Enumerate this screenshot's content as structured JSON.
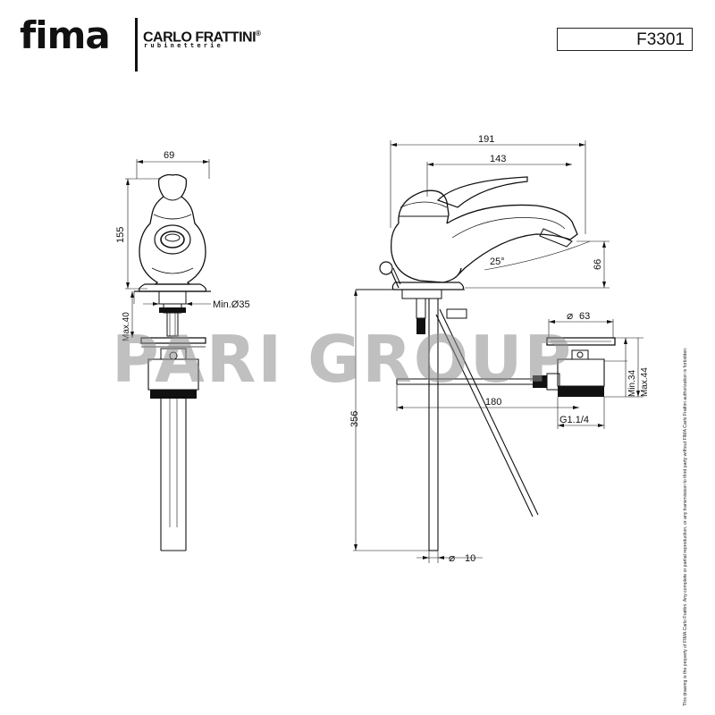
{
  "brand": {
    "logo": "fima",
    "name": "CARLO FRATTINI",
    "registered": "®",
    "subtitle": "rubinetterie"
  },
  "product_code": "F3301",
  "watermark": "PARI GROUP",
  "legal_note": "This drawing is the property of FIMA Carlo Frattini. Any complete or partial reproduction, or any transmission to third party without FIMA Carlo Frattini authorization is forbidden.",
  "dimensions": {
    "front_width": "69",
    "front_height": "155",
    "max_thickness": "Max.40",
    "hole_diameter": "Min.Ø35",
    "total_length": "191",
    "spout_length": "143",
    "spout_angle": "25°",
    "spout_height": "66",
    "rod_length": "356",
    "rod_diameter": "10",
    "drain_diameter": "63",
    "drain_reach": "180",
    "drain_thread": "G1.1/4",
    "drain_min": "Min.34",
    "drain_max": "Max.44"
  },
  "symbols": {
    "diameter": "⌀"
  }
}
